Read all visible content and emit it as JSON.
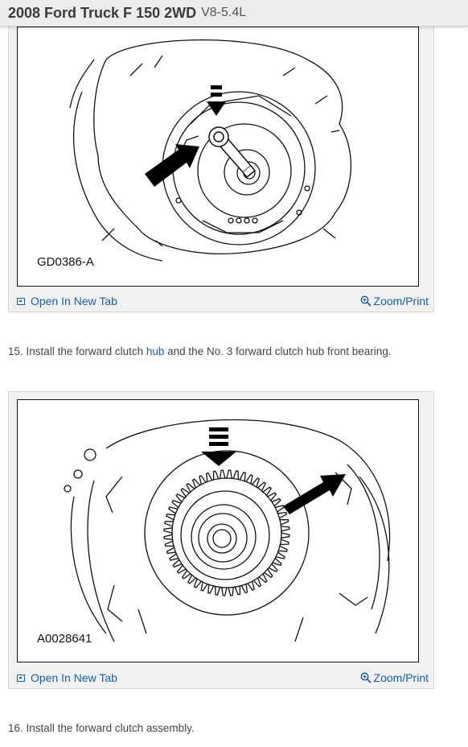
{
  "header": {
    "title": "2008 Ford Truck F 150 2WD",
    "engine": "V8-5.4L"
  },
  "figures": [
    {
      "code": "GD0386-A",
      "open_label": "Open In New Tab",
      "zoom_label": "Zoom/Print"
    },
    {
      "code": "A0028641",
      "open_label": "Open In New Tab",
      "zoom_label": "Zoom/Print"
    }
  ],
  "steps": [
    {
      "number": "15.",
      "before": "Install the forward clutch ",
      "link": "hub",
      "after": " and the No. 3 forward clutch hub front bearing."
    },
    {
      "number": "16.",
      "text": "Install the forward clutch assembly."
    }
  ],
  "colors": {
    "link": "#1a5fa8",
    "header_bg": "#ececec",
    "card_bg": "#f1f1f1"
  }
}
